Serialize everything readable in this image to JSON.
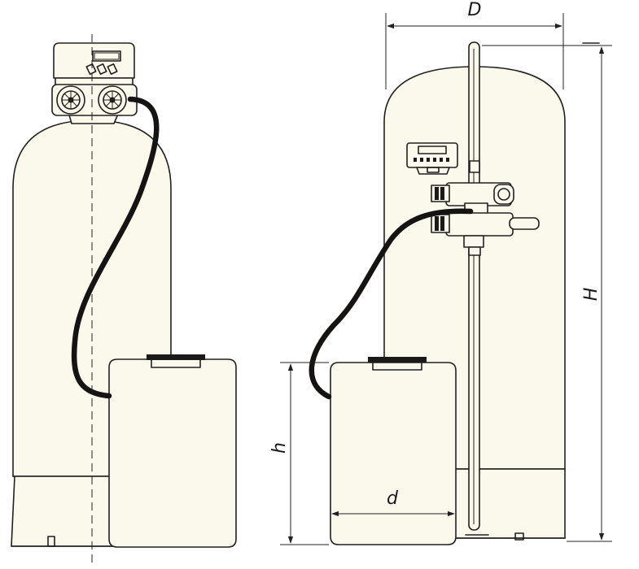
{
  "dimensions": {
    "D": "D",
    "H": "H",
    "h": "h",
    "d": "d"
  },
  "colors": {
    "line": "#23201f",
    "body_fill": "#fbf8ec",
    "hose": "#161413"
  }
}
